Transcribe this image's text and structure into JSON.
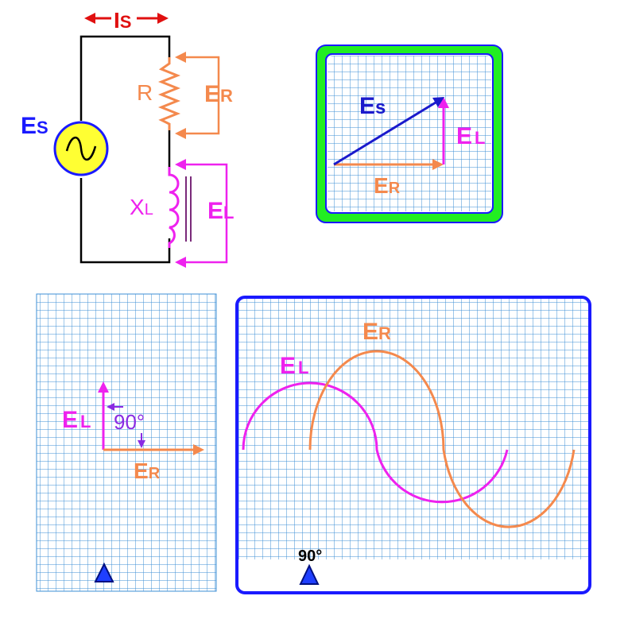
{
  "colors": {
    "wire": "#000000",
    "source_fill": "#ffff33",
    "source_stroke": "#1a1aff",
    "resistor": "#f4894d",
    "inductor": "#ee22ee",
    "core": "#7a2a7a",
    "current_arrow": "#e01010",
    "grid": "#3d8fd6",
    "scope_green": "#22ee22",
    "scope_blue": "#1a1aff",
    "es_vector": "#1a1acc",
    "angle_purple": "#8a2be2",
    "marker_blue": "#1f3fff"
  },
  "circuit": {
    "current": {
      "main": "I",
      "sub": "S"
    },
    "source": {
      "main": "E",
      "sub": "S"
    },
    "resistor": "R",
    "inductor": {
      "main": "X",
      "sub": "L"
    },
    "er": {
      "main": "E",
      "sub": "R"
    },
    "el": {
      "main": "E",
      "sub": "L"
    }
  },
  "vector_panel": {
    "es": {
      "main": "E",
      "sub": "s"
    },
    "el": {
      "main": "E",
      "sub": "L"
    },
    "er": {
      "main": "E",
      "sub": "R"
    }
  },
  "phasor_panel": {
    "el": {
      "main": "E",
      "sub": "L"
    },
    "er": {
      "main": "E",
      "sub": "R"
    },
    "angle": "90°"
  },
  "wave_panel": {
    "el": {
      "main": "E",
      "sub": "L"
    },
    "er": {
      "main": "E",
      "sub": "R"
    },
    "marker": "90°"
  }
}
